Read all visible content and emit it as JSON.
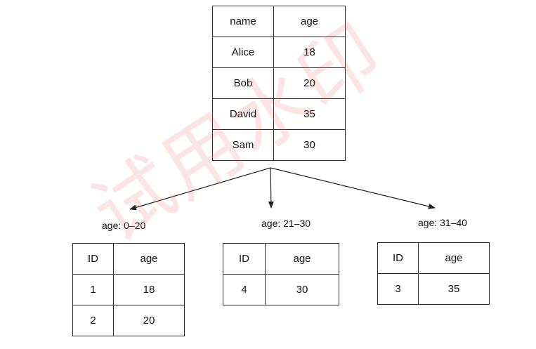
{
  "source_table": {
    "headers": [
      "name",
      "age"
    ],
    "rows": [
      [
        "Alice",
        "18"
      ],
      [
        "Bob",
        "20"
      ],
      [
        "David",
        "35"
      ],
      [
        "Sam",
        "30"
      ]
    ]
  },
  "partitions": [
    {
      "label": "age: 0–20",
      "headers": [
        "ID",
        "age"
      ],
      "rows": [
        [
          "1",
          "18"
        ],
        [
          "2",
          "20"
        ]
      ]
    },
    {
      "label": "age: 21–30",
      "headers": [
        "ID",
        "age"
      ],
      "rows": [
        [
          "4",
          "30"
        ]
      ]
    },
    {
      "label": "age: 31–40",
      "headers": [
        "ID",
        "age"
      ],
      "rows": [
        [
          "3",
          "35"
        ]
      ]
    }
  ],
  "watermark": "试用水印"
}
